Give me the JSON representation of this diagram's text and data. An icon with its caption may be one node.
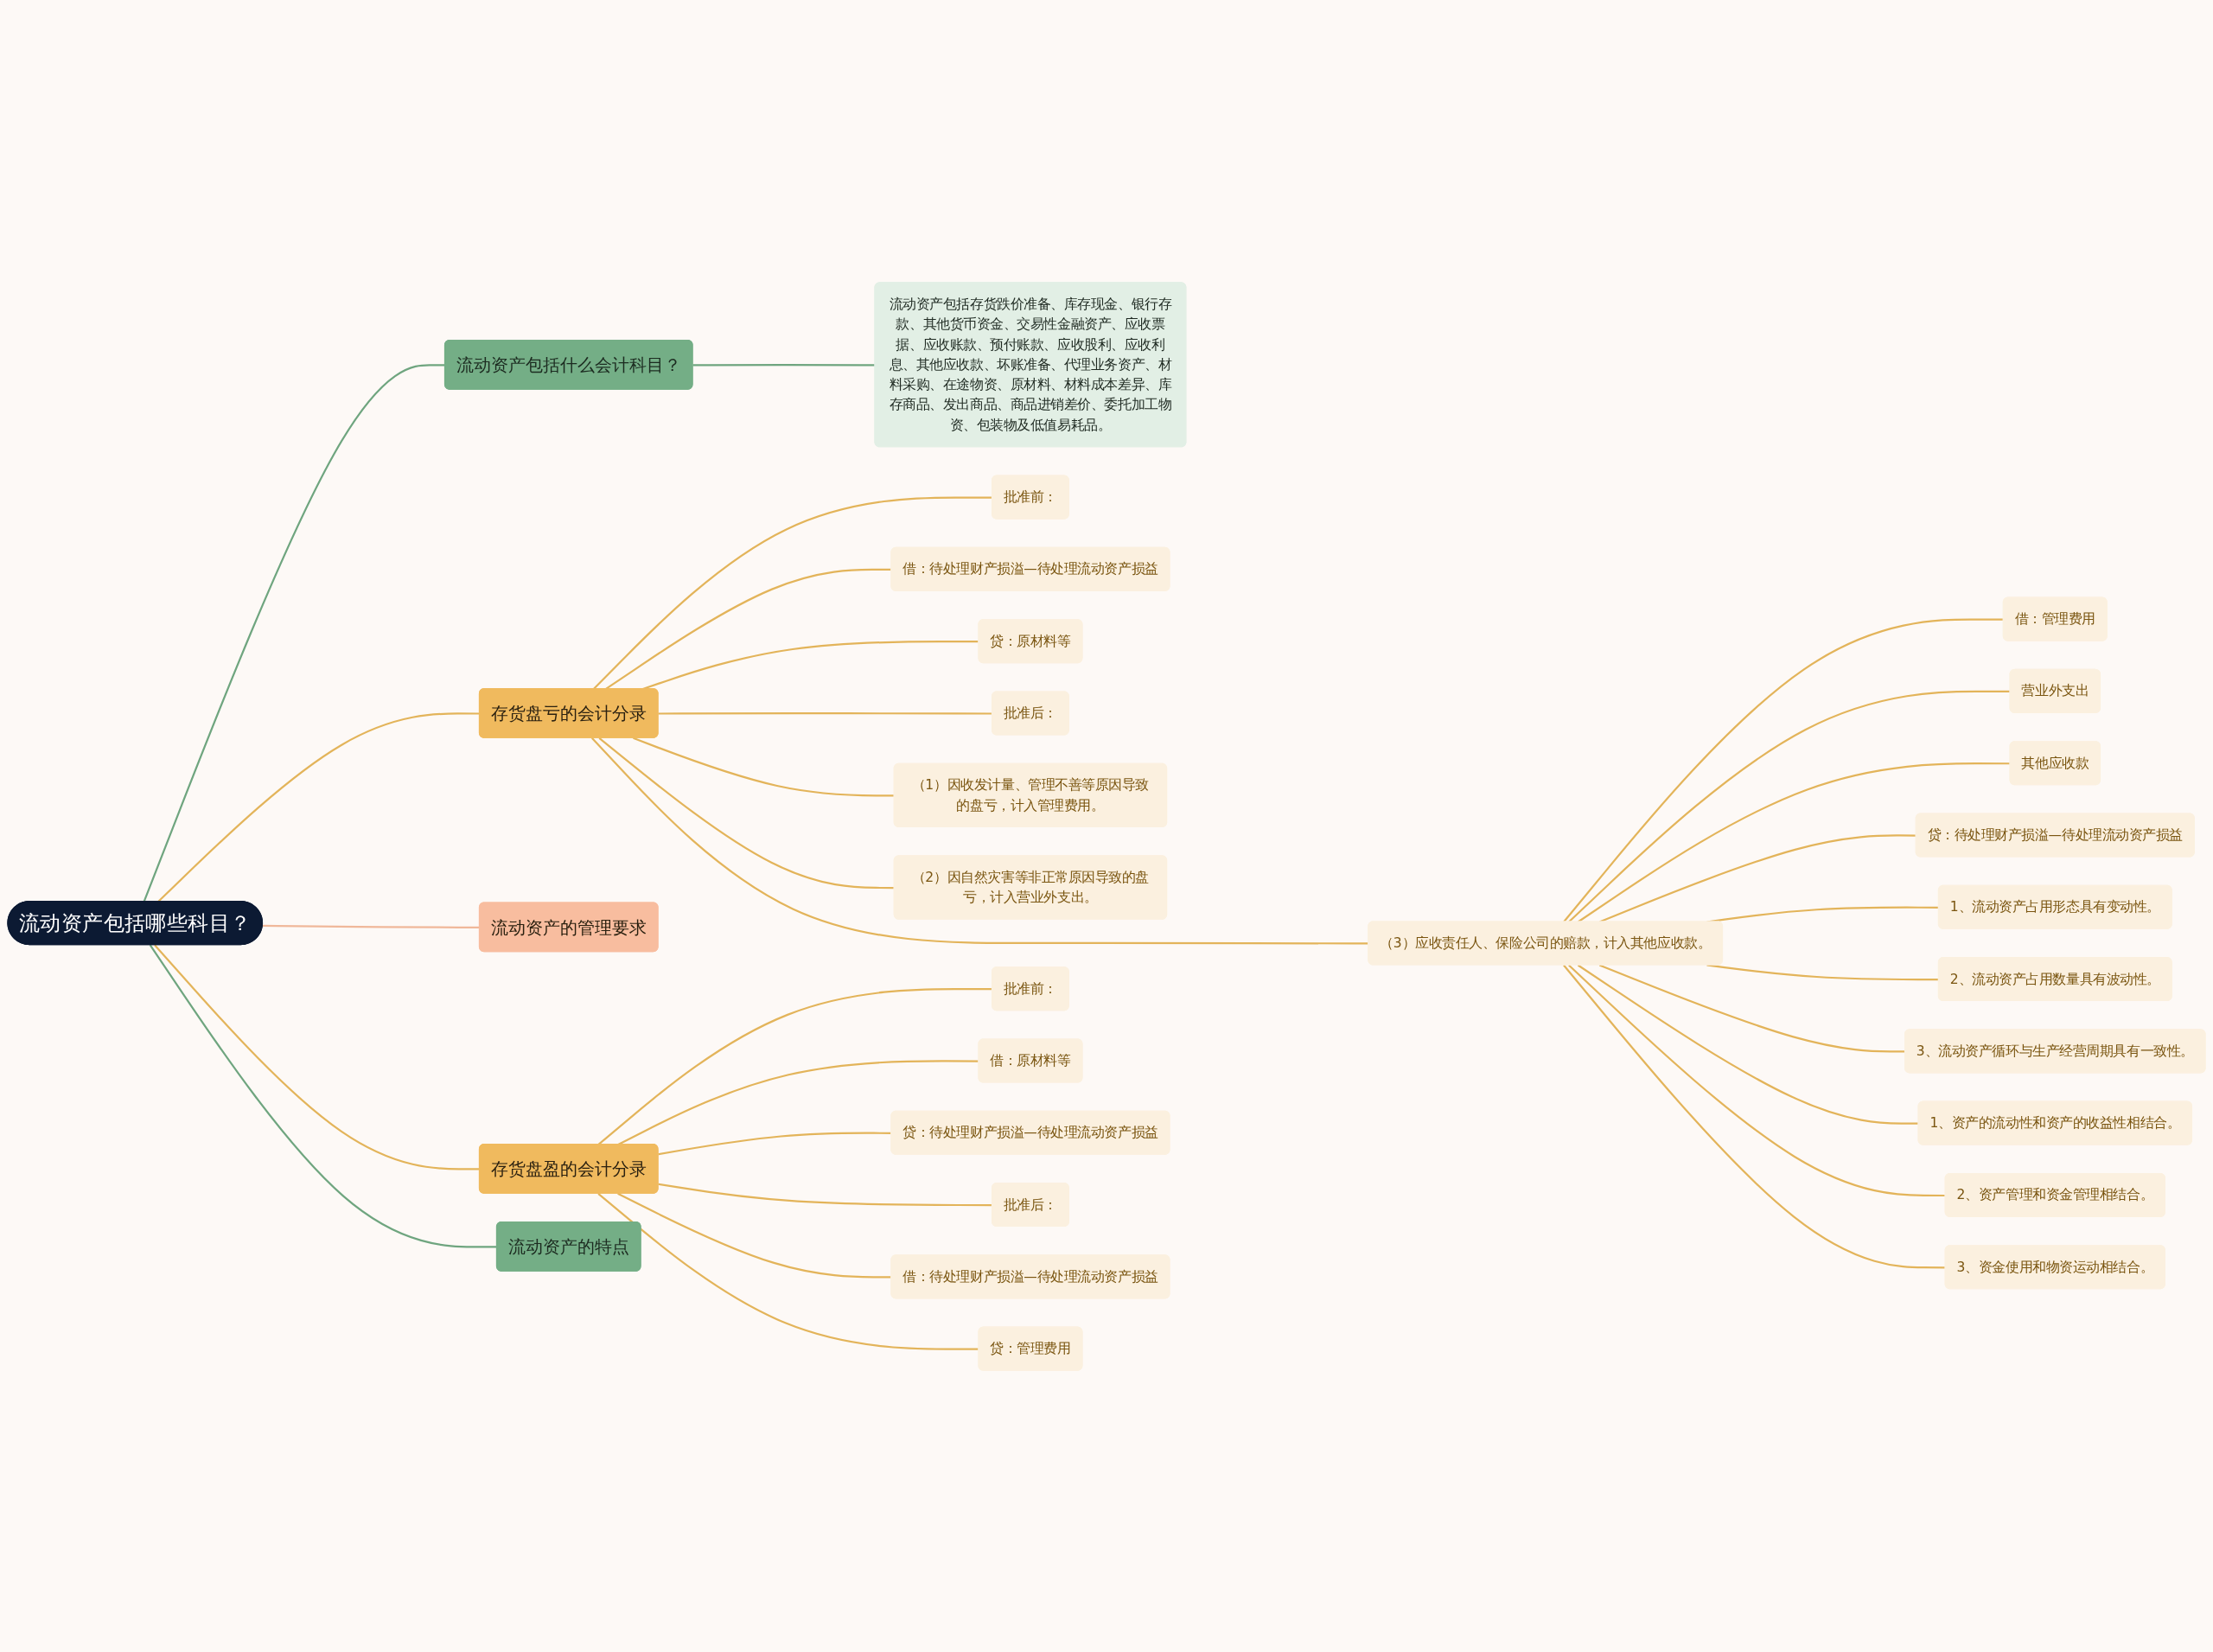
{
  "diagram": {
    "nodes": [
      {
        "text": [
          "流动资产包括哪些科目？"
        ]
      },
      {
        "text": [
          "流动资产包括什么会计科目？"
        ]
      },
      {
        "text": [
          "流动资产包括存货跌价准备、库存现金、银行存款、其他货币资金、交易性金融资产、应收票据、应收账款、预付账款、应收股利、应收利息、其他应收款、坏账准备、代理业务资产、材料采购、在途物资、原材料、材料成本差异、库存商品、发出商品、商品进销差价、委托加工物资、包装物及低值易耗品。"
        ]
      },
      {
        "text": [
          "存货盘亏的会计分录"
        ]
      },
      {
        "text": [
          "批准前："
        ]
      },
      {
        "text": [
          "借：待处理财产损溢—待处理流动资产损益"
        ]
      },
      {
        "text": [
          "贷：原材料等"
        ]
      },
      {
        "text": [
          "批准后："
        ]
      },
      {
        "text": [
          "（1）因收发计量、管理不善等原因导致的盘亏，计入管理费用。"
        ]
      },
      {
        "text": [
          "（2）因自然灾害等非正常原因导致的盘亏，计入营业外支出。"
        ]
      },
      {
        "text": [
          "（3）应收责任人、保险公司的赔款，计入其他应收款。"
        ]
      },
      {
        "text": [
          "借：管理费用"
        ]
      },
      {
        "text": [
          "营业外支出"
        ]
      },
      {
        "text": [
          "其他应收款"
        ]
      },
      {
        "text": [
          "贷：待处理财产损溢—待处理流动资产损益"
        ]
      },
      {
        "text": [
          "1、流动资产占用形态具有变动性。"
        ]
      },
      {
        "text": [
          "2、流动资产占用数量具有波动性。"
        ]
      },
      {
        "text": [
          "3、流动资产循环与生产经营周期具有一致性。"
        ]
      },
      {
        "text": [
          "1、资产的流动性和资产的收益性相结合。"
        ]
      },
      {
        "text": [
          "2、资产管理和资金管理相结合。"
        ]
      },
      {
        "text": [
          "3、资金使用和物资运动相结合。"
        ]
      },
      {
        "text": [
          "流动资产的管理要求"
        ]
      },
      {
        "text": [
          "存货盘盈的会计分录"
        ]
      },
      {
        "text": [
          "批准前："
        ]
      },
      {
        "text": [
          "借：原材料等"
        ]
      },
      {
        "text": [
          "贷：待处理财产损溢—待处理流动资产损益"
        ]
      },
      {
        "text": [
          "批准后："
        ]
      },
      {
        "text": [
          "借：待处理财产损溢—待处理流动资产损益"
        ]
      },
      {
        "text": [
          "贷：管理费用"
        ]
      },
      {
        "text": [
          "流动资产的特点"
        ]
      }
    ],
    "edges": [
      {
        "from": 0,
        "to": 1,
        "arrow": "none",
        "color": "#6fa57f"
      },
      {
        "from": 1,
        "to": 2,
        "arrow": "none",
        "color": "#6fa57f"
      },
      {
        "from": 0,
        "to": 3,
        "arrow": "none"
      },
      {
        "from": 3,
        "to": 4,
        "arrow": "none"
      },
      {
        "from": 3,
        "to": 5,
        "arrow": "none"
      },
      {
        "from": 3,
        "to": 6,
        "arrow": "none"
      },
      {
        "from": 3,
        "to": 7,
        "arrow": "none"
      },
      {
        "from": 3,
        "to": 8,
        "arrow": "none"
      },
      {
        "from": 3,
        "to": 9,
        "arrow": "none"
      },
      {
        "from": 3,
        "to": 10,
        "arrow": "none"
      },
      {
        "from": 10,
        "to": 11,
        "arrow": "none"
      },
      {
        "from": 10,
        "to": 12,
        "arrow": "none"
      },
      {
        "from": 10,
        "to": 13,
        "arrow": "none"
      },
      {
        "from": 10,
        "to": 14,
        "arrow": "none"
      },
      {
        "from": 10,
        "to": 15,
        "arrow": "none"
      },
      {
        "from": 10,
        "to": 16,
        "arrow": "none"
      },
      {
        "from": 10,
        "to": 17,
        "arrow": "none"
      },
      {
        "from": 10,
        "to": 18,
        "arrow": "none"
      },
      {
        "from": 10,
        "to": 19,
        "arrow": "none"
      },
      {
        "from": 10,
        "to": 20,
        "arrow": "none"
      },
      {
        "from": 0,
        "to": 21,
        "arrow": "none",
        "color": "#f0b89a"
      },
      {
        "from": 0,
        "to": 22,
        "arrow": "none"
      },
      {
        "from": 22,
        "to": 23,
        "arrow": "none"
      },
      {
        "from": 22,
        "to": 24,
        "arrow": "none"
      },
      {
        "from": 22,
        "to": 25,
        "arrow": "none"
      },
      {
        "from": 22,
        "to": 26,
        "arrow": "none"
      },
      {
        "from": 22,
        "to": 27,
        "arrow": "none"
      },
      {
        "from": 22,
        "to": 28,
        "arrow": "none"
      },
      {
        "from": 0,
        "to": 29,
        "arrow": "none",
        "color": "#6fa57f"
      }
    ]
  }
}
